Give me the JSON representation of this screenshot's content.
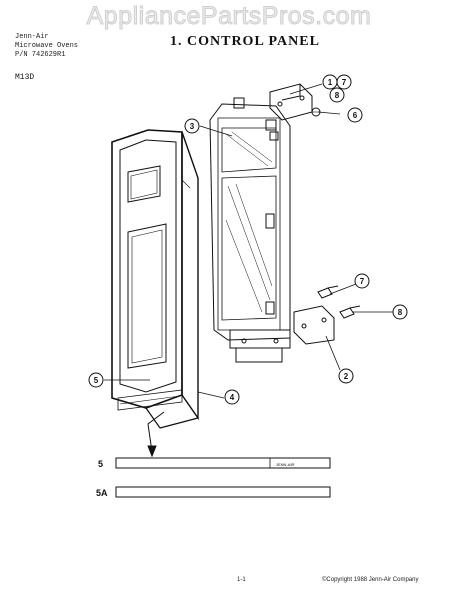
{
  "watermark": "AppliancePartsPros.com",
  "header": {
    "line1": "Jenn-Air",
    "line2": "Microwave Ovens",
    "line3": "P/N 742629R1"
  },
  "title": "1. CONTROL PANEL",
  "model_code": "M13D",
  "callouts": [
    "1",
    "7",
    "8",
    "3",
    "6",
    "7",
    "8",
    "2",
    "5",
    "4"
  ],
  "strip_labels": [
    "5",
    "5A"
  ],
  "strip_brand": "JENN-AIR",
  "footer": {
    "page": "1-1",
    "copyright": "©Copyright 1988 Jenn-Air Company"
  }
}
